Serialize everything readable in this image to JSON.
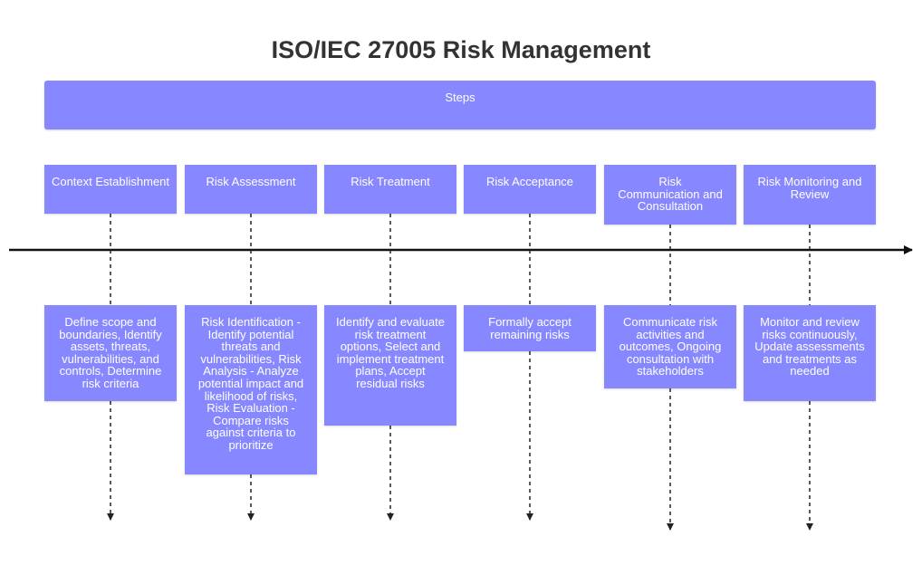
{
  "title": "ISO/IEC 27005 Risk Management",
  "banner": {
    "label": "Steps"
  },
  "steps": [
    {
      "label": "Context Establishment",
      "description": "Define scope and boundaries, Identify assets, threats, vulnerabilities, and controls, Determine risk criteria"
    },
    {
      "label": "Risk Assessment",
      "description": "Risk Identification - Identify potential threats and vulnerabilities, Risk Analysis - Analyze potential impact and likelihood of risks, Risk Evaluation - Compare risks against criteria to prioritize"
    },
    {
      "label": "Risk Treatment",
      "description": "Identify and evaluate risk treatment options, Select and implement treatment plans, Accept residual risks"
    },
    {
      "label": "Risk Acceptance",
      "description": "Formally accept remaining risks"
    },
    {
      "label": "Risk Communication and Consultation",
      "description": "Communicate risk activities and outcomes, Ongoing consultation with stakeholders"
    },
    {
      "label": "Risk Monitoring and Review",
      "description": "Monitor and review risks continuously, Update assessments and treatments as needed"
    }
  ],
  "colors": {
    "box": "#8787ff",
    "text": "#ffffff",
    "title": "#333333",
    "line": "#111111"
  }
}
